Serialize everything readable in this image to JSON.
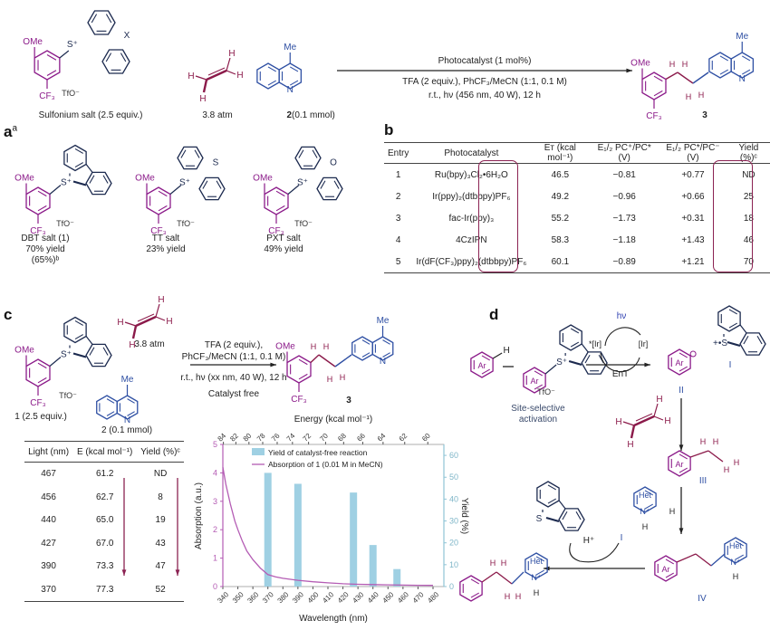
{
  "atoms": {
    "OMe": "OMe",
    "CF3": "CF₃",
    "TfO": "TfO⁻",
    "Splus": "S⁺",
    "S": "S",
    "O": "O",
    "X": "X",
    "Me": "Me",
    "N": "N",
    "H": "H",
    "Nplus": "N⁺",
    "Het": "Het",
    "Ar": "Ar",
    "Hplus": "H⁺",
    "Srad": "+•S"
  },
  "top_scheme": {
    "reagent1_label": "Sulfonium salt (2.5 equiv.)",
    "reagent2_label": "3.8 atm",
    "reagent3_num": "2",
    "reagent3_label": " (0.1 mmol)",
    "cond_above": "Photocatalyst (1 mol%)",
    "cond_below1": "TFA (2 equiv.), PhCF₃/MeCN (1:1, 0.1 M)",
    "cond_below2": "r.t., hν (456 nm, 40 W), 12 h",
    "product_label": "3"
  },
  "panel_a": {
    "label": "a",
    "sup": "a",
    "salts": [
      {
        "name": "DBT salt (1)",
        "yield": "70% yield",
        "note": "(65%)ᵇ"
      },
      {
        "name": "TT salt",
        "yield": "23% yield"
      },
      {
        "name": "PXT salt",
        "yield": "49% yield"
      }
    ]
  },
  "panel_b": {
    "label": "b",
    "headers": [
      "Entry",
      "Photocatalyst",
      "Eᴛ (kcal mol⁻¹)",
      "E₁/₂ PC⁺/PC* (V)",
      "E₁/₂ PC*/PC⁻ (V)",
      "Yield (%)ᶜ"
    ],
    "rows": [
      [
        "1",
        "Ru(bpy)₃Cl₂•6H₂O",
        "46.5",
        "−0.81",
        "+0.77",
        "ND"
      ],
      [
        "2",
        "Ir(ppy)₂(dtbbpy)PF₆",
        "49.2",
        "−0.96",
        "+0.66",
        "25"
      ],
      [
        "3",
        "fac-Ir(ppy)₃",
        "55.2",
        "−1.73",
        "+0.31",
        "18"
      ],
      [
        "4",
        "4CzIPN",
        "58.3",
        "−1.18",
        "+1.43",
        "46"
      ],
      [
        "5",
        "Ir(dF(CF₃)ppy)₂(dtbbpy)PF₆",
        "60.1",
        "−0.89",
        "+1.21",
        "70"
      ]
    ]
  },
  "panel_c": {
    "label": "c",
    "reagent1_label": "1 (2.5 equiv.)",
    "reagent2_label": "3.8 atm",
    "reagent3_label": "2 (0.1 mmol)",
    "cond1": "TFA (2 equiv.),",
    "cond2": "PhCF₃/MeCN (1:1, 0.1 M)",
    "cond3": "r.t., hν (xx nm, 40 W), 12 h",
    "cond4": "Catalyst free",
    "product_label": "3",
    "table_headers": [
      "Light (nm)",
      "E (kcal mol⁻¹)",
      "Yield (%)ᶜ"
    ],
    "table_rows": [
      [
        "467",
        "61.2",
        "ND"
      ],
      [
        "456",
        "62.7",
        "8"
      ],
      [
        "440",
        "65.0",
        "19"
      ],
      [
        "427",
        "67.0",
        "43"
      ],
      [
        "390",
        "73.3",
        "47"
      ],
      [
        "370",
        "77.3",
        "52"
      ]
    ]
  },
  "panel_d": {
    "label": "d",
    "hv": "hν",
    "ir_star": "*[Ir]",
    "ir": "[Ir]",
    "ent": "EnT",
    "activation1": "Site-selective",
    "activation2": "activation",
    "int_I": "I",
    "int_II": "II",
    "int_III": "III",
    "int_IV": "IV"
  },
  "chart_data": {
    "type": "bar+line",
    "title": "",
    "xlabel": "Wavelength (nm)",
    "x2label": "Energy (kcal mol⁻¹)",
    "ylabel": "Absorption (a.u.)",
    "y2label": "Yield (%)",
    "xlim": [
      340,
      480
    ],
    "ylim": [
      0,
      5
    ],
    "y2lim": [
      0,
      65
    ],
    "xticks": [
      340,
      350,
      360,
      370,
      380,
      390,
      400,
      410,
      420,
      430,
      440,
      450,
      460,
      470,
      480
    ],
    "x2ticks": [
      84,
      82,
      80,
      78,
      76,
      74,
      72,
      70,
      68,
      66,
      64,
      62,
      60
    ],
    "yticks": [
      0,
      1,
      2,
      3,
      4,
      5
    ],
    "y2ticks": [
      0,
      10,
      20,
      30,
      40,
      50,
      60
    ],
    "legend": [
      "Yield of catalyst-free reaction",
      "Absorption of 1 (0.01 M in MeCN)"
    ],
    "legend_position": "top-right",
    "bars": {
      "name": "Yield of catalyst-free reaction",
      "x": [
        370,
        390,
        427,
        440,
        456
      ],
      "values": [
        52,
        47,
        43,
        19,
        8
      ],
      "color": "#9fd0e3"
    },
    "line": {
      "name": "Absorption of 1 (0.01 M in MeCN)",
      "color": "#b45cb4",
      "points": [
        [
          340,
          4.2
        ],
        [
          342,
          3.6
        ],
        [
          345,
          2.9
        ],
        [
          348,
          2.3
        ],
        [
          350,
          2.0
        ],
        [
          353,
          1.6
        ],
        [
          356,
          1.25
        ],
        [
          360,
          0.95
        ],
        [
          365,
          0.65
        ],
        [
          370,
          0.42
        ],
        [
          375,
          0.34
        ],
        [
          380,
          0.29
        ],
        [
          390,
          0.22
        ],
        [
          400,
          0.17
        ],
        [
          410,
          0.13
        ],
        [
          420,
          0.1
        ],
        [
          430,
          0.08
        ],
        [
          440,
          0.07
        ],
        [
          450,
          0.06
        ],
        [
          460,
          0.05
        ],
        [
          470,
          0.045
        ],
        [
          480,
          0.04
        ]
      ]
    }
  },
  "colors": {
    "ar": "#8b1a89",
    "ethylene": "#8b1a4a",
    "dbt": "#1c2a4f",
    "het": "#2e4fa3",
    "box": "#8b2252"
  }
}
